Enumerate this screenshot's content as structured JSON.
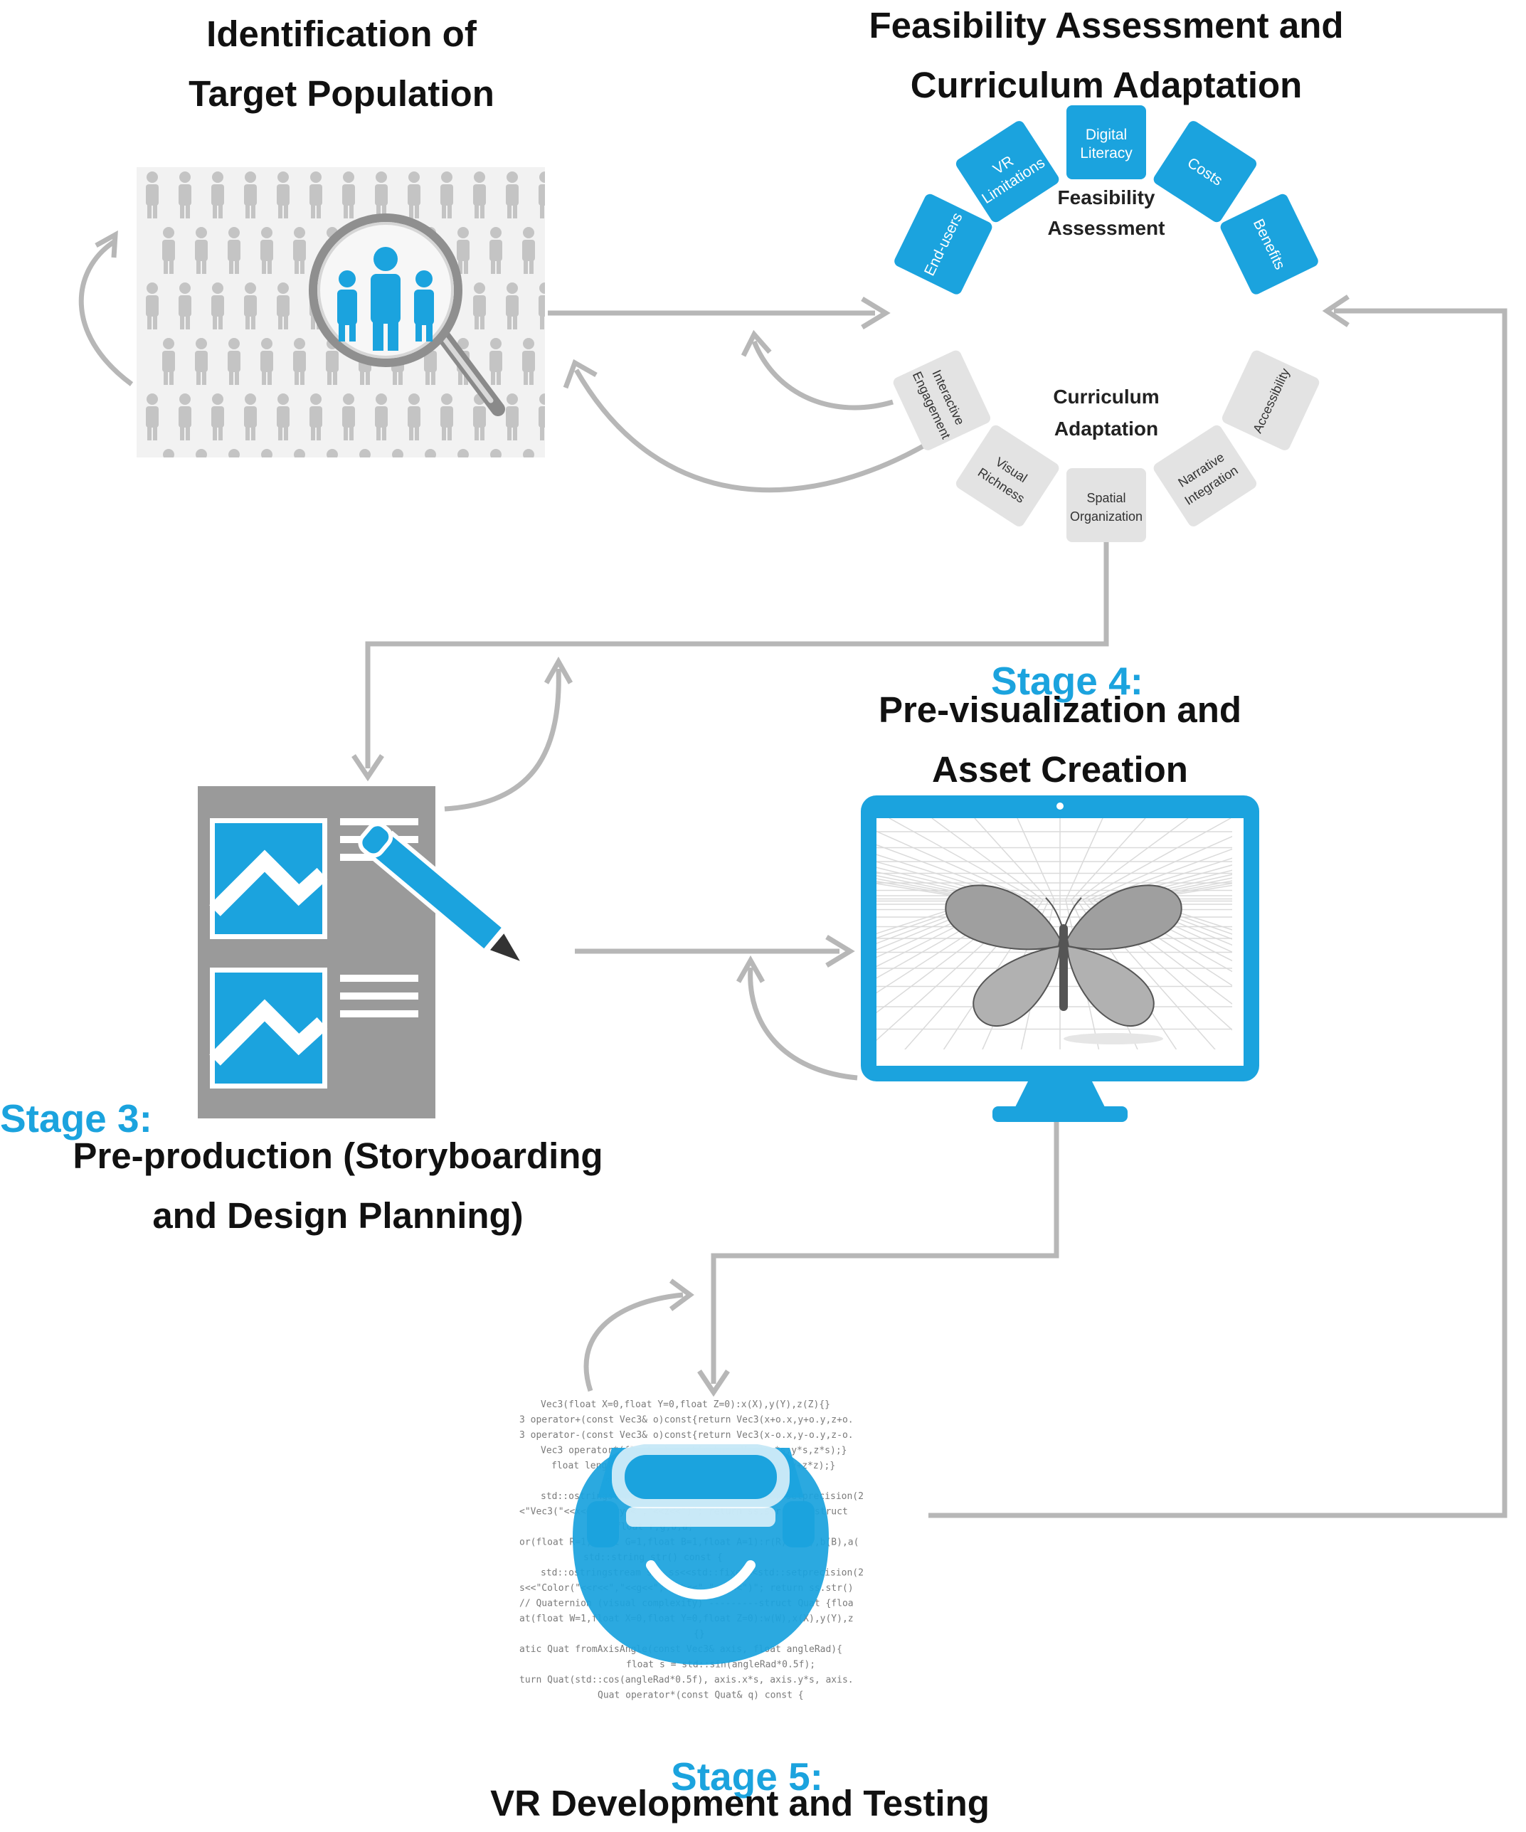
{
  "stage1": {
    "title_line1": "Identification of",
    "title_line2": "Target Population"
  },
  "stage2": {
    "title_line1": "Feasibility Assessment and",
    "title_line2": "Curriculum Adaptation",
    "feasibility": {
      "center_line1": "Feasibility",
      "center_line2": "Assessment",
      "segments": [
        {
          "line1": "End-users",
          "line2": ""
        },
        {
          "line1": "VR",
          "line2": "Limitations"
        },
        {
          "line1": "Digital",
          "line2": "Literacy"
        },
        {
          "line1": "Costs",
          "line2": ""
        },
        {
          "line1": "Benefits",
          "line2": ""
        }
      ]
    },
    "curriculum": {
      "center_line1": "Curriculum",
      "center_line2": "Adaptation",
      "segments": [
        {
          "line1": "Accessibility",
          "line2": ""
        },
        {
          "line1": "Narrative",
          "line2": "Integration"
        },
        {
          "line1": "Spatial",
          "line2": "Organization"
        },
        {
          "line1": "Visual",
          "line2": "Richness"
        },
        {
          "line1": "Interactive",
          "line2": "Engagement"
        }
      ]
    }
  },
  "stage3": {
    "stage_label": "Stage 3:",
    "title_line1": "Pre-production (Storyboarding",
    "title_line2": "and Design Planning)"
  },
  "stage4": {
    "stage_label": "Stage 4:",
    "title_line1": "Pre-visualization and",
    "title_line2": "Asset Creation"
  },
  "stage5": {
    "stage_label": "Stage 5:",
    "title": "VR Development and Testing",
    "code_lines": [
      "Vec3(float X=0,float Y=0,float Z=0):x(X),y(Y),z(Z){}",
      "3 operator+(const Vec3& o)const{return Vec3(x+o.x,y+o.y,z+o.",
      "3 operator-(const Vec3& o)const{return Vec3(x-o.x,y-o.y,z-o.",
      "Vec3 operator*(float s)const{return Vec3(x*s,y*s,z*s);}",
      "float length()const{return std::sqrt(x*x+y*y+z*z);}",
      "std::string str()const{",
      "std::ostringstream ss; ss<<std::fixed<<std::setprecision(2",
      "<\"Vec3(\"<<x<<\",\"<<y<<\",\"<<z<<\")\"; return ss.str();}};struct",
      "float r,g,b,a;",
      "or(float R=1,float G=1,float B=1,float A=1):r(R),g(G),b(B),a(",
      "std::string str() const {",
      "std::ostringstream ss; ss<<std::fixed<<std::setprecision(2",
      "s<<\"Color(\"<<r<<\",\"<<g<<\",\"<<b<<\",\"<<a<<\")\"; return ss.str()",
      "// Quaternion (visual complexity) ---------struct Quat {floa",
      "at(float W=1,float X=0,float Y=0,float Z=0):w(W),x(X),y(Y),z",
      "{}",
      "atic Quat fromAxisAngle(const Vec3& axis, float angleRad){",
      "float s = std::sin(angleRad*0.5f);",
      "turn Quat(std::cos(angleRad*0.5f), axis.x*s, axis.y*s, axis.",
      "Quat operator*(const Quat& q) const {"
    ]
  },
  "colors": {
    "accent_blue": "#1ba3de",
    "arrow_gray": "#b7b7b7",
    "feasibility_segment": "#1ba3de",
    "curriculum_segment": "#e3e3e3",
    "people_gray": "#c4c4c4"
  }
}
